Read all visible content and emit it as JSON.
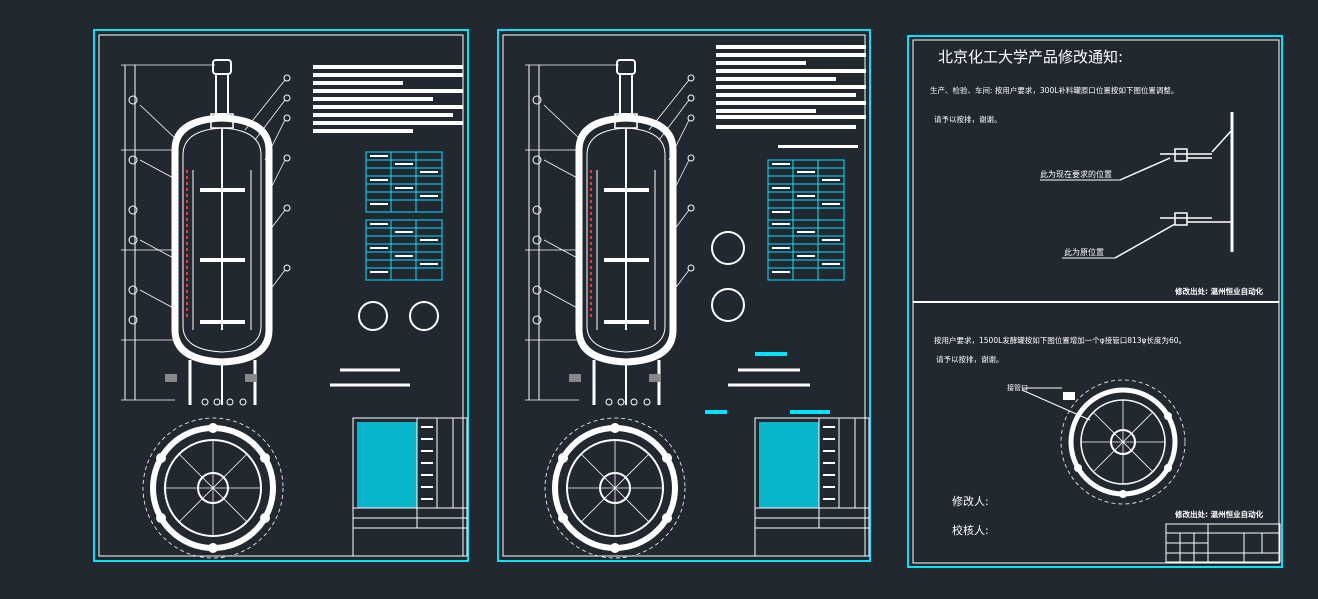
{
  "drawings": [
    {
      "id": "sheet-1"
    },
    {
      "id": "sheet-2"
    }
  ],
  "notice": {
    "title": "北京化工大学产品修改通知:",
    "section1": {
      "line1": "生产、检验、车间: 按用户要求，300L补料罐原口位置按如下图位置调整。",
      "line2": "请予以按排，谢谢。",
      "label_current": "此为现在要求的位置",
      "label_original": "此为原位置",
      "issuer": "修改出处: 温州恒业自动化"
    },
    "section2": {
      "line1": "按用户要求，1500L发酵罐按如下图位置增加一个φ接管口813φ长度为60。",
      "line2": "请予以按排，谢谢。",
      "label_pipe": "接管口",
      "modifier_label": "修改人:",
      "checker_label": "校核人:",
      "issuer": "修改出处: 温州恒业自动化"
    }
  },
  "colors": {
    "background": "#212830",
    "line": "#ffffff",
    "accent": "#00e5ff",
    "frame": "#00e5ff",
    "highlight": "#ff3030"
  }
}
